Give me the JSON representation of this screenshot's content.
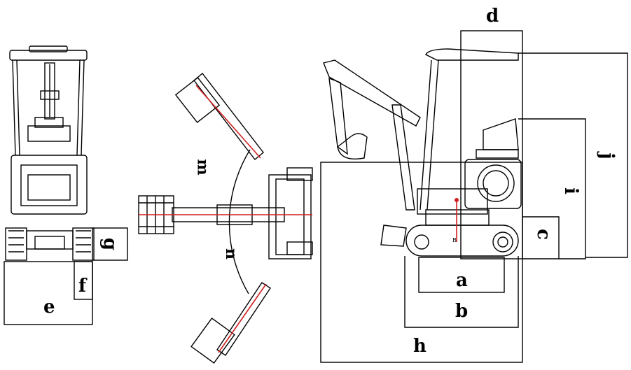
{
  "labels": {
    "a": "a",
    "b": "b",
    "c": "c",
    "d": "d",
    "e": "e",
    "f": "f",
    "g": "g",
    "h": "h",
    "i": "i",
    "j": "j",
    "m": "m",
    "n": "n",
    "marker": "B"
  },
  "colors": {
    "line": "#000000",
    "boom_center": "#d02020"
  }
}
